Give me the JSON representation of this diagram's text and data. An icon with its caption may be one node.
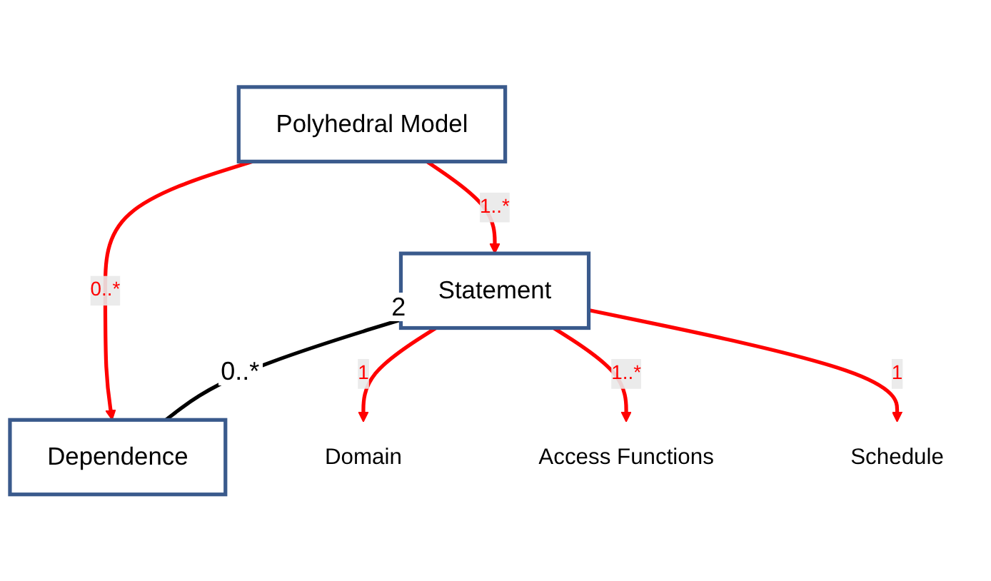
{
  "diagram": {
    "nodes": [
      {
        "text": [
          "Polyhedral Model"
        ]
      },
      {
        "text": [
          "Statement"
        ]
      },
      {
        "text": [
          "Dependence"
        ]
      },
      {
        "text": [
          "Domain"
        ]
      },
      {
        "text": [
          "Access Functions"
        ]
      },
      {
        "text": [
          "Schedule"
        ]
      }
    ],
    "edges": [
      {
        "from": 0,
        "to": 1,
        "arrow": "to",
        "label": "1..*"
      },
      {
        "from": 0,
        "to": 2,
        "arrow": "to",
        "label": "0..*"
      },
      {
        "from": 1,
        "to": 2,
        "arrow": "none",
        "color": "#000000"
      },
      {
        "from": 1,
        "to": 3,
        "arrow": "to",
        "label": "1"
      },
      {
        "from": 1,
        "to": 4,
        "arrow": "to",
        "label": "1..*"
      },
      {
        "from": 1,
        "to": 5,
        "arrow": "to",
        "label": "1"
      }
    ],
    "labels": [
      "2",
      "0..*"
    ]
  }
}
